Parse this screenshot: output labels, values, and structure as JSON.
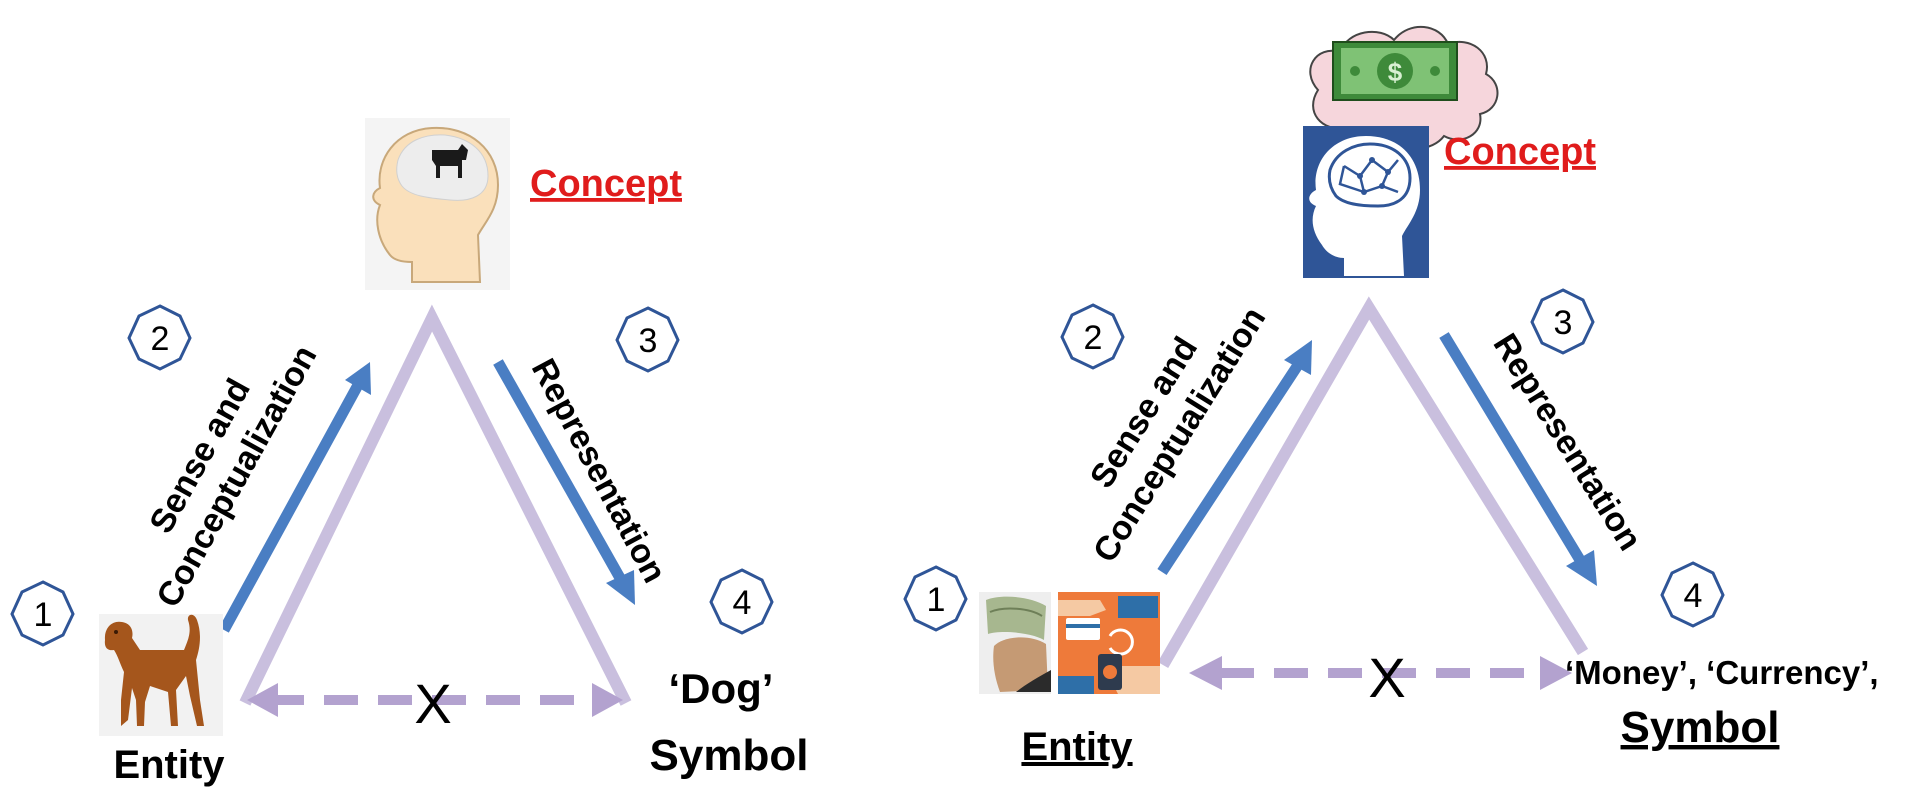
{
  "left_diagram": {
    "concept_label": "Concept",
    "entity_label": "Entity",
    "symbol_quote": "‘Dog’",
    "symbol_label": "Symbol",
    "arrow_up_line1": "Sense and",
    "arrow_up_line2": "Conceptualization",
    "arrow_down_label": "Representation",
    "cross_mark": "X",
    "steps": [
      "1",
      "2",
      "3",
      "4"
    ]
  },
  "right_diagram": {
    "concept_label": "Concept",
    "entity_label": "Entity",
    "symbol_quote": "‘Money’, ‘Currency’,",
    "symbol_label": "Symbol",
    "arrow_up_line1": "Sense and",
    "arrow_up_line2": "Conceptualization",
    "arrow_down_label": "Representation",
    "cross_mark": "X",
    "steps": [
      "1",
      "2",
      "3",
      "4"
    ]
  },
  "colors": {
    "triangle": "#c9bfde",
    "arrow": "#4a7ec3",
    "hexagon": "#2f5597",
    "concept_text": "#e01c1c",
    "dashed": "#b3a2cf"
  },
  "icons": [
    "head-with-dog-icon",
    "dog-icon",
    "head-with-brain-icon",
    "dollar-bill-thought-icon",
    "cash-in-hand-icon",
    "payment-exchange-icon"
  ]
}
